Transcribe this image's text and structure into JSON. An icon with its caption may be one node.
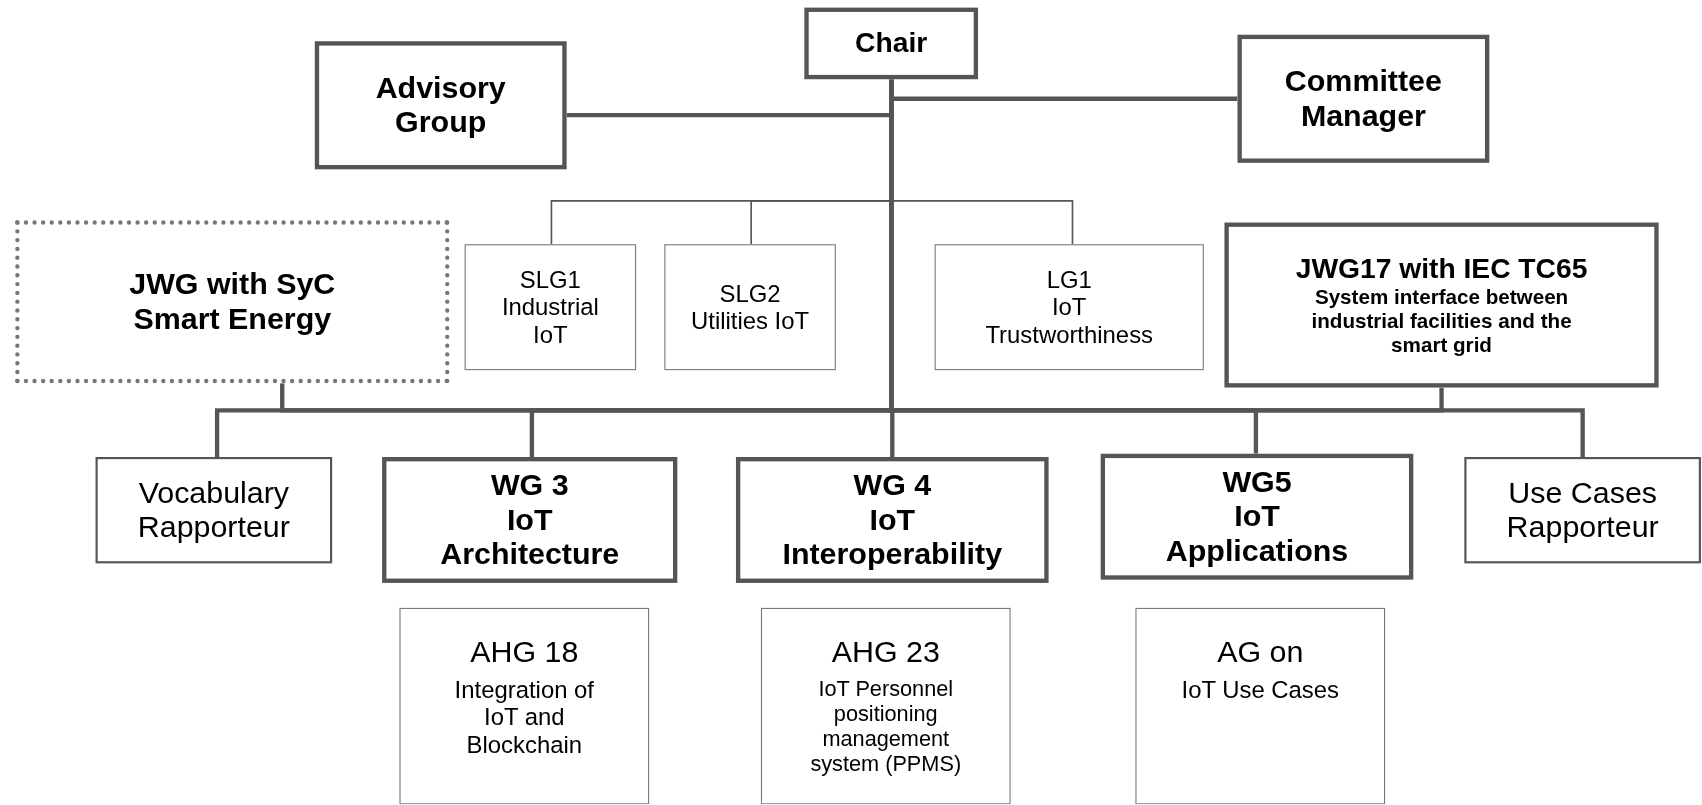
{
  "diagram": {
    "nodes": [
      {
        "text": [
          "Chair"
        ]
      },
      {
        "text": [
          "Advisory Group"
        ]
      },
      {
        "text": [
          "Committee Manager"
        ]
      },
      {
        "text": [
          "JWG with SyC Smart Energy"
        ]
      },
      {
        "text": [
          "SLG1",
          "Industrial IoT"
        ]
      },
      {
        "text": [
          "SLG2",
          "Utilities IoT"
        ]
      },
      {
        "text": [
          "LG1",
          "IoT Trustworthiness"
        ]
      },
      {
        "text": [
          "JWG17 with IEC TC65",
          "System interface between industrial facilities and the smart grid"
        ]
      },
      {
        "text": [
          "Vocabulary Rapporteur"
        ]
      },
      {
        "text": [
          "WG 3",
          "IoT",
          "Architecture"
        ]
      },
      {
        "text": [
          "WG 4",
          "IoT",
          "Interoperability"
        ]
      },
      {
        "text": [
          "WG5",
          "IoT",
          "Applications"
        ]
      },
      {
        "text": [
          "Use Cases Rapporteur"
        ]
      },
      {
        "text": [
          "AHG 18",
          "Integration of IoT and Blockchain"
        ]
      },
      {
        "text": [
          "AHG 23",
          "IoT Personnel positioning management system (PPMS)"
        ]
      },
      {
        "text": [
          "AG on",
          "IoT Use Cases"
        ]
      }
    ],
    "edges": [
      {
        "from": 0,
        "to": 1,
        "arrow": "none"
      },
      {
        "from": 0,
        "to": 2,
        "arrow": "none"
      },
      {
        "from": 0,
        "to": 4,
        "arrow": "none"
      },
      {
        "from": 0,
        "to": 5,
        "arrow": "none"
      },
      {
        "from": 0,
        "to": 6,
        "arrow": "none"
      },
      {
        "from": 0,
        "to": 3,
        "arrow": "none"
      },
      {
        "from": 0,
        "to": 7,
        "arrow": "none"
      },
      {
        "from": 0,
        "to": 8,
        "arrow": "none"
      },
      {
        "from": 0,
        "to": 9,
        "arrow": "none"
      },
      {
        "from": 0,
        "to": 10,
        "arrow": "none"
      },
      {
        "from": 0,
        "to": 11,
        "arrow": "none"
      },
      {
        "from": 0,
        "to": 12,
        "arrow": "none"
      }
    ]
  }
}
